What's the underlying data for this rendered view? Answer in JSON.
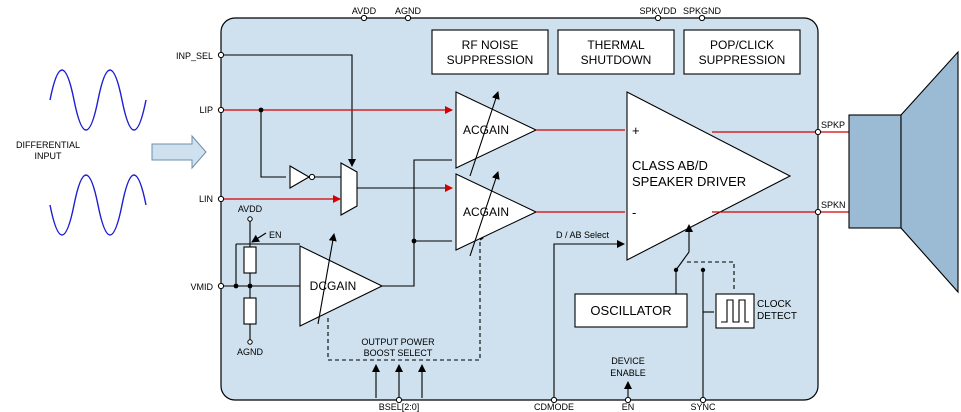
{
  "diagram": {
    "top_pins": [
      "AVDD",
      "AGND",
      "SPKVDD",
      "SPKGND"
    ],
    "left_pins": [
      "INP_SEL",
      "LIP",
      "LIN",
      "VMID"
    ],
    "bottom_pins": [
      "BSEL[2:0]",
      "CDMODE",
      "EN",
      "SYNC"
    ],
    "right_pins": [
      "SPKP",
      "SPKN"
    ],
    "feature_blocks": [
      [
        "RF NOISE",
        "SUPPRESSION"
      ],
      [
        "THERMAL",
        "SHUTDOWN"
      ],
      [
        "POP/CLICK",
        "SUPPRESSION"
      ]
    ],
    "input_label": [
      "DIFFERENTIAL",
      "INPUT"
    ],
    "amplifier_label": [
      "CLASS AB/D",
      "SPEAKER DRIVER"
    ],
    "amp_plus": "+",
    "amp_minus": "-",
    "acgain_label": "ACGAIN",
    "dcgain_label": "DCGAIN",
    "oscillator_label": "OSCILLATOR",
    "clock_detect_label": [
      "CLOCK",
      "DETECT"
    ],
    "dab_select_label": "D / AB Select",
    "output_power_label": [
      "OUTPUT POWER",
      "BOOST SELECT"
    ],
    "device_enable_label": [
      "DEVICE",
      "ENABLE"
    ],
    "divider_top": "AVDD",
    "divider_bottom": "AGND",
    "divider_en": "EN",
    "colors": {
      "chip_fill": "#cfe1ee",
      "speaker_fill": "#9bbad3",
      "signal_red": "#d40000",
      "wave_blue": "#1f1fd0"
    }
  }
}
